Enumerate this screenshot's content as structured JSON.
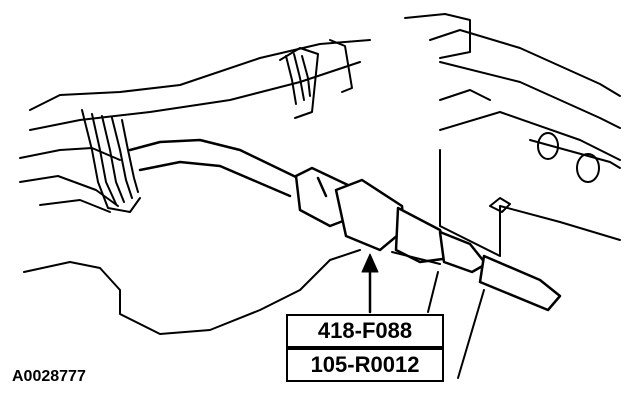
{
  "labels": {
    "tool_upper": "418-F088",
    "tool_lower": "105-R0012"
  },
  "figure_id": "A0028777"
}
